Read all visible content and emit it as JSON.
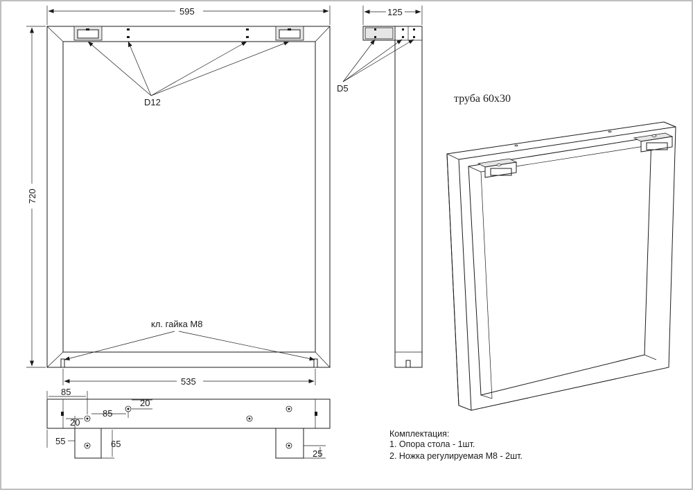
{
  "dimensions": {
    "front_width": "595",
    "front_height": "720",
    "inner_width": "535",
    "side_width": "125",
    "plan_85_left": "85",
    "plan_85_mid": "85",
    "plan_20_top": "20",
    "plan_20_left": "20",
    "plan_55": "55",
    "plan_65": "65",
    "plan_25": "25"
  },
  "callouts": {
    "d12": "D12",
    "d5": "D5",
    "nut": "кл. гайка М8"
  },
  "pipe_label": "труба 60x30",
  "kit": {
    "title": "Комплектация:",
    "items": [
      "1. Опора стола - 1шт.",
      "2. Ножка регулируемая М8 - 2шт."
    ]
  }
}
